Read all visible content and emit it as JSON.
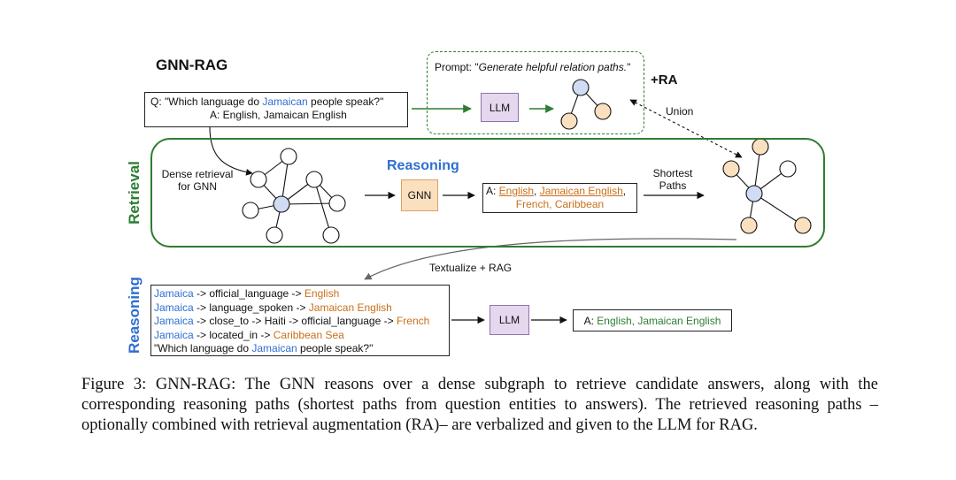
{
  "figure": {
    "title": "GNN-RAG",
    "question_line1_pre": "Q: \"Which language do ",
    "question_entity": "Jamaican",
    "question_line1_post": " people speak?\"",
    "question_line2": "A: English, Jamaican English",
    "prompt_pre": "Prompt: \"",
    "prompt_italic": "Generate helpful relation paths.",
    "prompt_post": "\"",
    "llm_label": "LLM",
    "ra_label": "+RA",
    "union_label": "Union",
    "dense_retrieval": "Dense retrieval\nfor GNN",
    "reasoning_heading": "Reasoning",
    "gnn_label": "GNN",
    "answer_prefix": "A: ",
    "answer_1": "English",
    "answer_2": "Jamaican English",
    "answer_3": "French, Caribbean",
    "shortest_paths": "Shortest\nPaths",
    "retrieval_vertical": "Retrieval",
    "reasoning_vertical": "Reasoning",
    "textualize": "Textualize + RAG",
    "paths": [
      {
        "entity": "Jamaica",
        "middle": " -> official_language -> ",
        "answer": "English"
      },
      {
        "entity": "Jamaica",
        "middle": " -> language_spoken -> ",
        "answer": "Jamaican English"
      },
      {
        "entity": "Jamaica",
        "middle": " -> close_to -> Haiti -> official_language -> ",
        "answer": "French"
      },
      {
        "entity": "Jamaica",
        "middle": " -> located_in -> ",
        "answer": "Caribbean Sea"
      }
    ],
    "paths_question_pre": "\"Which language do ",
    "paths_question_entity": "Jamaican",
    "paths_question_post": " people speak?\"",
    "final_llm_label": "LLM",
    "final_answer": "A: English, Jamaican English"
  },
  "caption": {
    "label": "Figure 3: ",
    "method": "GNN-RAG",
    "text": ": The GNN reasons over a dense subgraph to retrieve candidate answers, along with the corresponding reasoning paths (shortest paths from question entities to answers). The retrieved reasoning paths –optionally combined with retrieval augmentation (RA)– are verbalized and given to the LLM for RAG."
  },
  "colors": {
    "entity_blue": "#2f6fd1",
    "answer_orange": "#c8701a",
    "retrieval_green": "#2e7d32",
    "llm_purple": "#e4d7ee",
    "gnn_orange": "#fbe0bf"
  }
}
